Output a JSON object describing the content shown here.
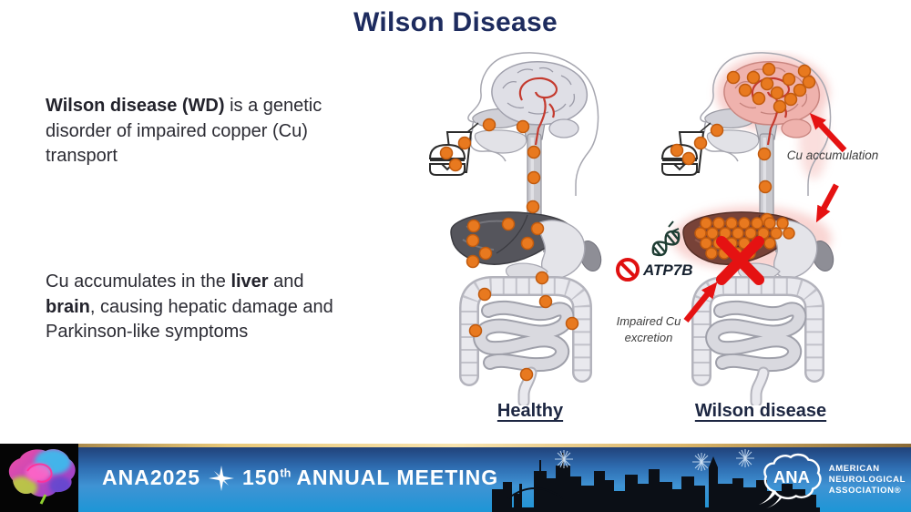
{
  "slide": {
    "title": "Wilson Disease",
    "intro": {
      "bold": "Wilson disease (WD)",
      "rest": " is a genetic disorder of impaired copper (Cu) transport"
    },
    "accumulation": {
      "pre": "Cu accumulates in the ",
      "bold1": "liver",
      "mid": " and ",
      "bold2": "brain",
      "post": ", causing hepatic damage and Parkinson-like symptoms"
    },
    "figures": {
      "healthy": {
        "label": "Healthy"
      },
      "wilson": {
        "label": "Wilson disease",
        "annotations": {
          "cu_accumulation": "Cu accumulation",
          "gene": "ATP7B",
          "impaired": "Impaired Cu excretion"
        }
      }
    },
    "colors": {
      "title_navy": "#1D2B5E",
      "body_text": "#2B2B33",
      "copper_orange": "#E8791F",
      "alert_red": "#E51212",
      "highlight_pink": "#F2A9A5"
    }
  },
  "footer": {
    "brand": "ANA2025",
    "meeting_number": "150",
    "ordinal": "th",
    "meeting_text": "ANNUAL MEETING",
    "association": {
      "acronym": "ANA",
      "lines": [
        "AMERICAN",
        "NEUROLOGICAL",
        "ASSOCIATION®"
      ]
    },
    "colors": {
      "banner_top": "#1E3A70",
      "banner_bottom": "#1D96D6",
      "gold": "#E8C878"
    }
  }
}
